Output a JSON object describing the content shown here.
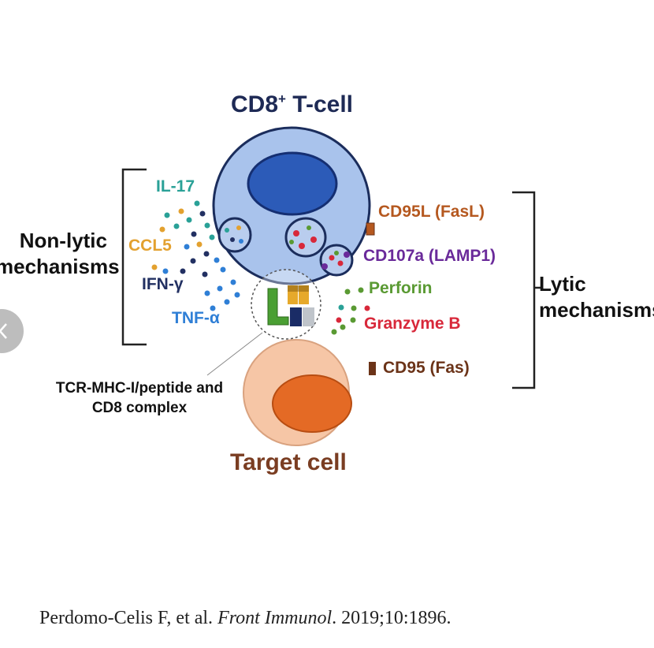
{
  "figure": {
    "tcell_title": "CD8",
    "tcell_title_sup": "+",
    "tcell_title_suffix": " T-cell",
    "target_title": "Target cell",
    "nonlytic_label": "Non-lytic mechanisms",
    "lytic_label": "Lytic mechanisms",
    "cytokines": [
      "IL-17",
      "CCL5",
      "IFN-γ",
      "TNF-α"
    ],
    "lytic_molecules": [
      "CD95L (FasL)",
      "CD107a (LAMP1)",
      "Perforin",
      "Granzyme B",
      "CD95 (Fas)"
    ],
    "complex_label": "TCR-MHC-I/peptide and CD8 complex"
  },
  "citation": {
    "authors": "Perdomo-Celis F, et al. ",
    "journal": "Front Immunol",
    "details": ". 2019;10:1896."
  },
  "colors": {
    "tcell_fill": "#a9c3ec",
    "tcell_nucleus": "#2c5bb8",
    "target_fill": "#f6c6a6",
    "target_nucleus": "#e46a25",
    "il17": "#2aa197",
    "ccl5": "#e3a12f",
    "ifng": "#223062",
    "tnfa": "#2f7fd6",
    "cd95l": "#b5581f",
    "cd107a": "#6a2a9a",
    "perforin": "#5a9a33",
    "granzyme": "#d8283a"
  },
  "icons": {
    "carousel_prev": "chevron-left-icon"
  }
}
